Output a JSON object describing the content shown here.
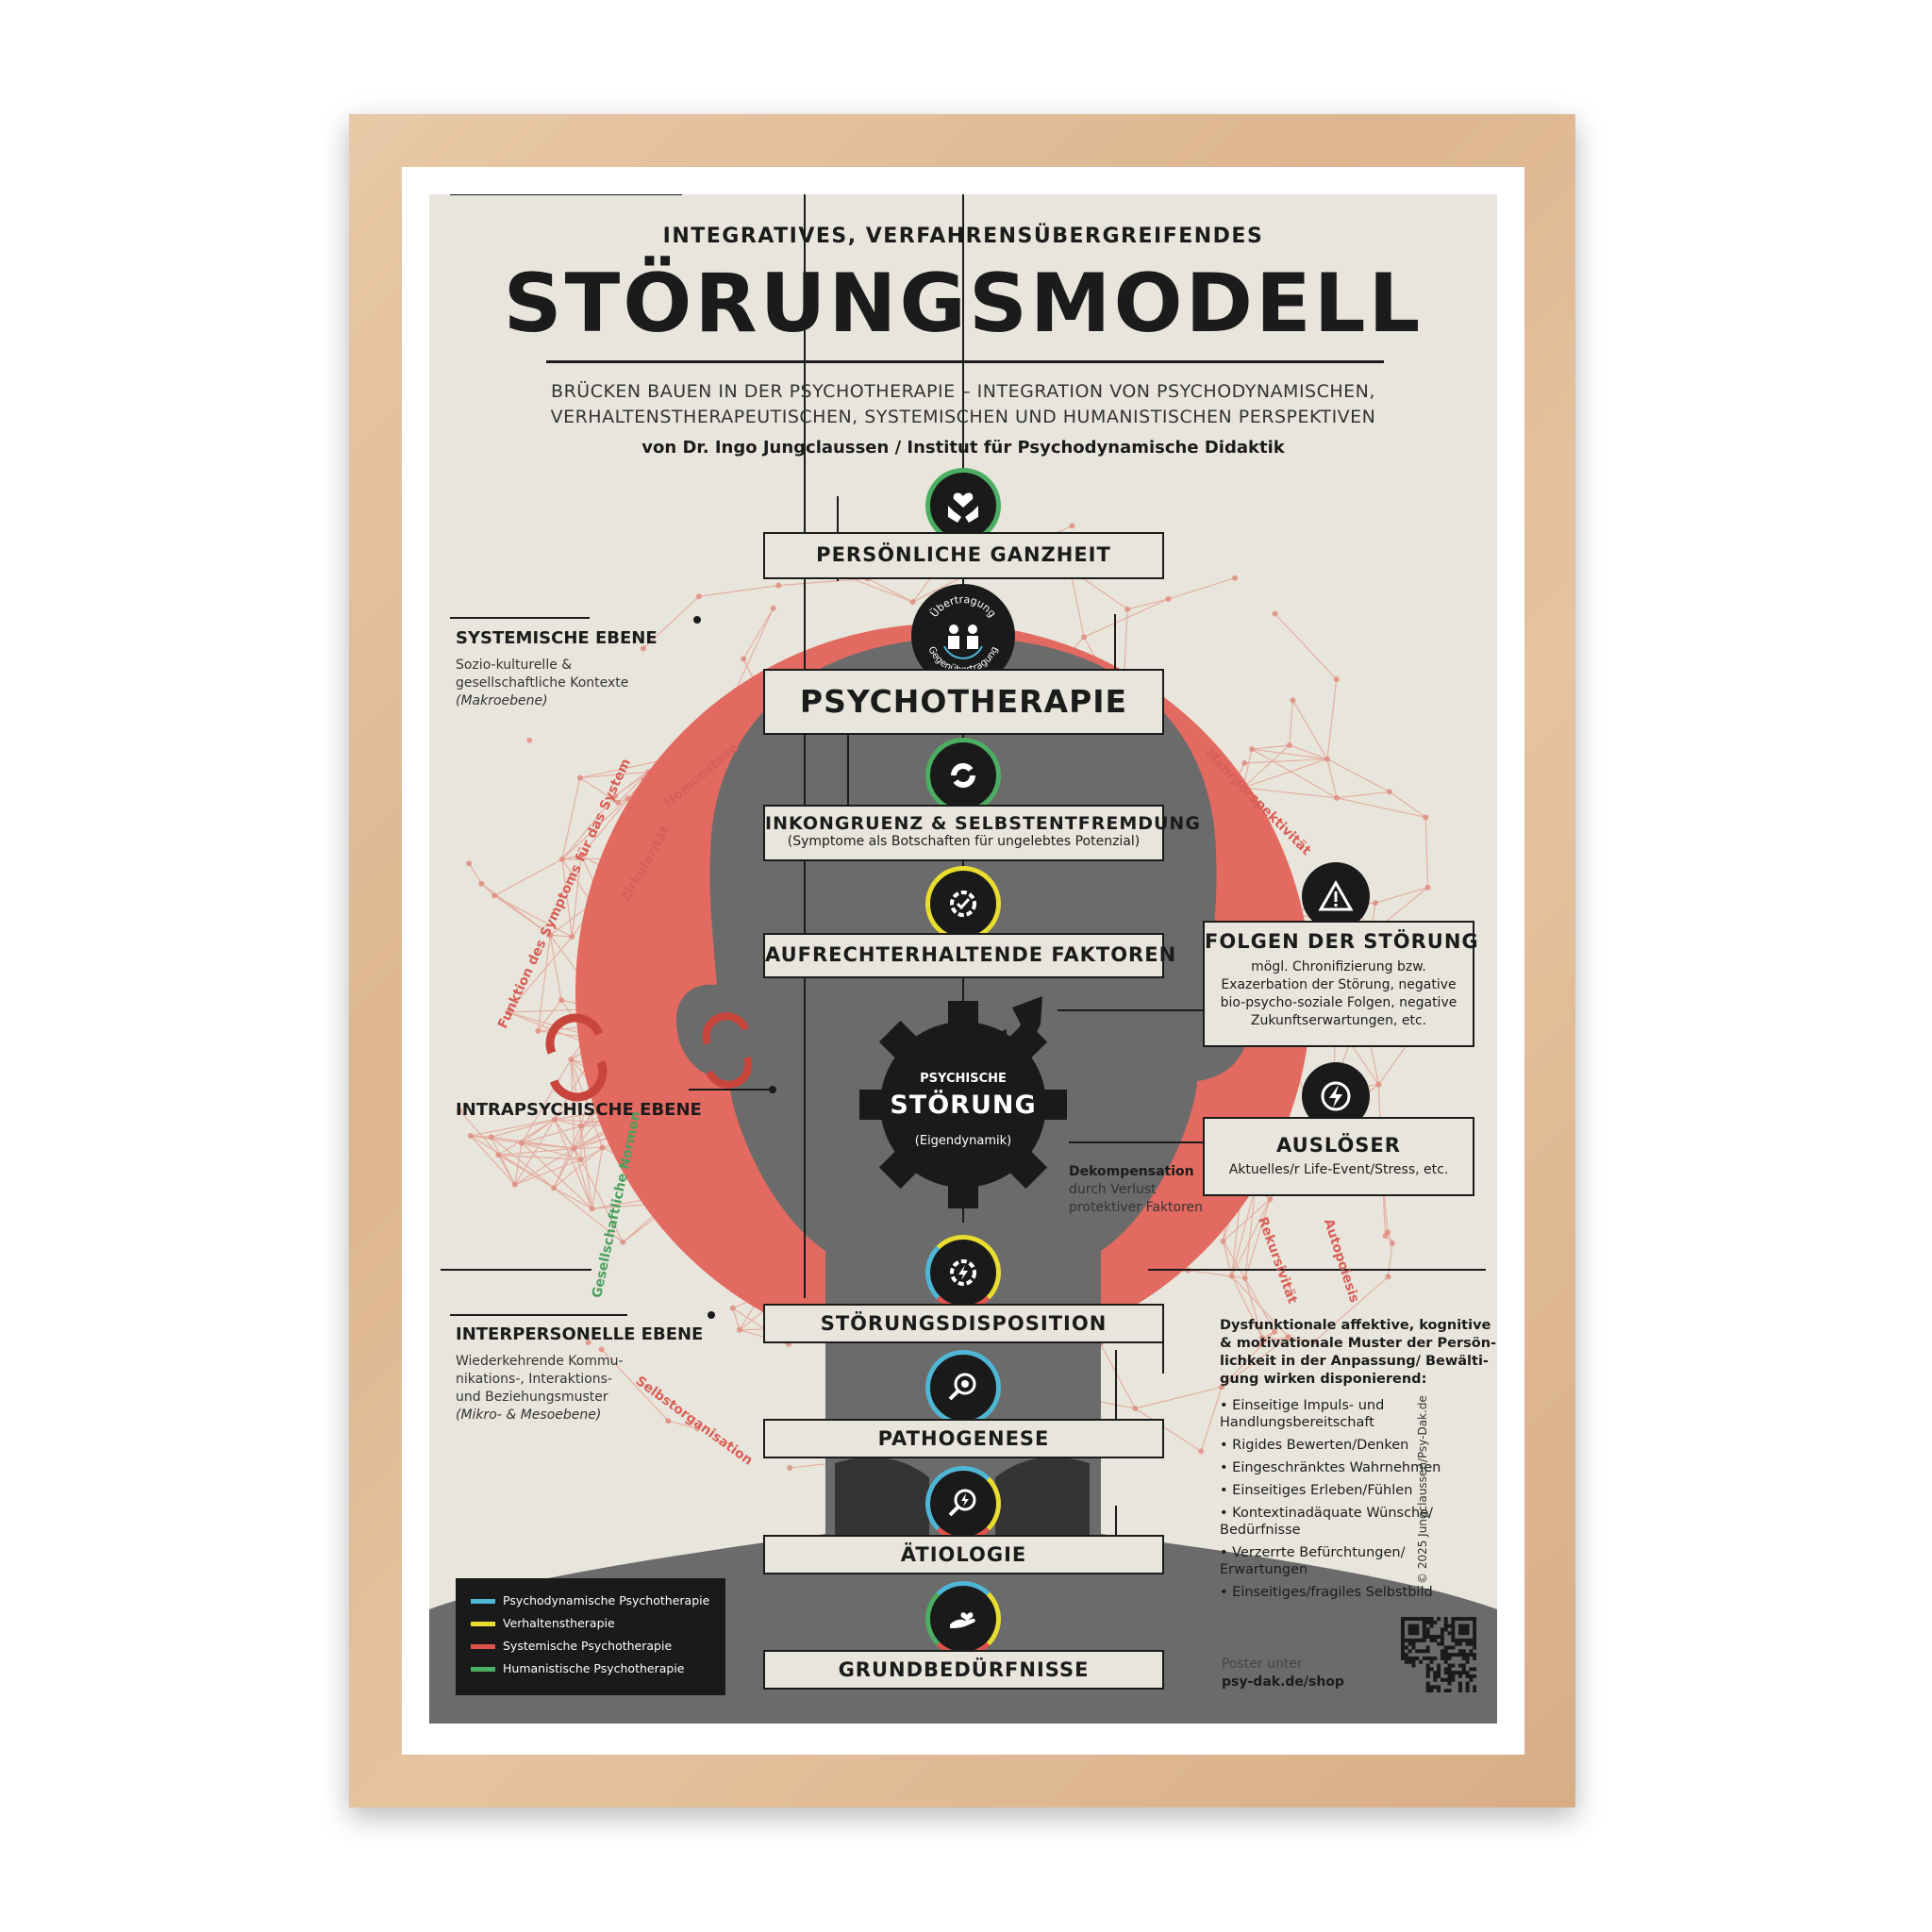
{
  "poster": {
    "kicker": "INTEGRATIVES, VERFAHRENSÜBERGREIFENDES",
    "title": "STÖRUNGSMODELL",
    "subtitle_line1": "BRÜCKEN BAUEN IN DER PSYCHOTHERAPIE – INTEGRATION VON PSYCHODYNAMISCHEN,",
    "subtitle_line2": "VERHALTENSTHERAPEUTISCHEN, SYSTEMISCHEN UND HUMANISTISCHEN PERSPEKTIVEN",
    "author": "von Dr. Ingo Jungclaussen / Institut für Psychodynamische Didaktik"
  },
  "chain": {
    "ganzheit": "PERSÖNLICHE GANZHEIT",
    "uebertragung_top": "Übertragung",
    "uebertragung_bottom": "Gegenübertragung",
    "psychotherapie": "PSYCHOTHERAPIE",
    "inkongruenz": "INKONGRUENZ & SELBSTENTFREMDUNG",
    "inkongruenz_sub": "(Symptome als Botschaften für ungelebtes Potenzial)",
    "aufrechterhaltend": "AUFRECHTERHALTENDE FAKTOREN",
    "stoerung_small": "PSYCHISCHE",
    "stoerung_big": "STÖRUNG",
    "stoerung_sub": "(Eigendynamik)",
    "disposition": "STÖRUNGSDISPOSITION",
    "pathogenese": "PATHOGENESE",
    "aetiologie": "ÄTIOLOGIE",
    "grundbeduerfnisse": "GRUNDBEDÜRFNISSE"
  },
  "right": {
    "folgen_title": "FOLGEN DER STÖRUNG",
    "folgen_lines": [
      "mögl. Chronifizierung bzw.",
      "Exazerbation der Störung, negative",
      "bio-psycho-soziale Folgen, negative",
      "Zukunftserwartungen, etc."
    ],
    "ausloeser_title": "AUSLÖSER",
    "ausloeser_sub": "Aktuelles/r Life-Event/Stress, etc.",
    "dekomp_bold": "Dekompensation",
    "dekomp_line2": "durch Verlust",
    "dekomp_line3": "protektiver Faktoren",
    "dysf_lines": [
      "Dysfunktionale affektive, kognitive",
      "& motivationale Muster der Persön-",
      "lichkeit in der Anpassung/ Bewälti-",
      "gung wirken disponierend:"
    ],
    "bullets": [
      [
        "Einseitige Impuls- und",
        "Handlungsbereitschaft"
      ],
      [
        "Rigides Bewerten/Denken"
      ],
      [
        "Eingeschränktes Wahrnehmen"
      ],
      [
        "Einseitiges Erleben/Fühlen"
      ],
      [
        "Kontextinadäquate Wünsche/",
        "Bedürfnisse"
      ],
      [
        "Verzerrte Befürchtungen/",
        "Erwartungen"
      ],
      [
        "Einseitiges/fragiles Selbstbild"
      ]
    ],
    "copyright": "© 2025 Jungclaussen/Psy-Dak.de",
    "shop_line1": "Poster unter",
    "shop_line2": "psy-dak.de/shop"
  },
  "left": {
    "systemisch_title": "SYSTEMISCHE EBENE",
    "systemisch_lines": [
      "Sozio-kulturelle &",
      "gesellschaftliche Kontexte",
      "(Makroebene)"
    ],
    "intrapsychisch_title": "INTRAPSYCHISCHE EBENE",
    "interpersonell_title": "INTERPERSONELLE  EBENE",
    "interpersonell_lines": [
      "Wiederkehrende Kommu-",
      "nikations-, Interaktions-",
      "und Beziehungsmuster",
      "(Mikro- & Mesoebene)"
    ]
  },
  "curved_labels": {
    "homoeostase": "Homöostase",
    "funktion": "Funktion des Symptoms für das System",
    "zirkularitaet": "Zirkularität",
    "mehrperspektivitaet": "Mehrperspektivität",
    "gesellschaftliche_normen": "Gesellschaftliche Normen",
    "selbstorganisation": "Selbstorganisation",
    "rekursivitaet": "Rekursivität",
    "autopoiesis": "Autopoiesis"
  },
  "legend": [
    {
      "label": "Psychodynamische Psychotherapie",
      "color": "#4fb6d6"
    },
    {
      "label": "Verhaltenstherapie",
      "color": "#e9dd2f"
    },
    {
      "label": "Systemische Psychotherapie",
      "color": "#e0534c"
    },
    {
      "label": "Humanistische Psychotherapie",
      "color": "#4cae62"
    }
  ],
  "colors": {
    "accent_red": "#e26a60",
    "head_gray": "#6b6b6b",
    "dark": "#1a1a1a",
    "background": "#e8e6dc"
  }
}
